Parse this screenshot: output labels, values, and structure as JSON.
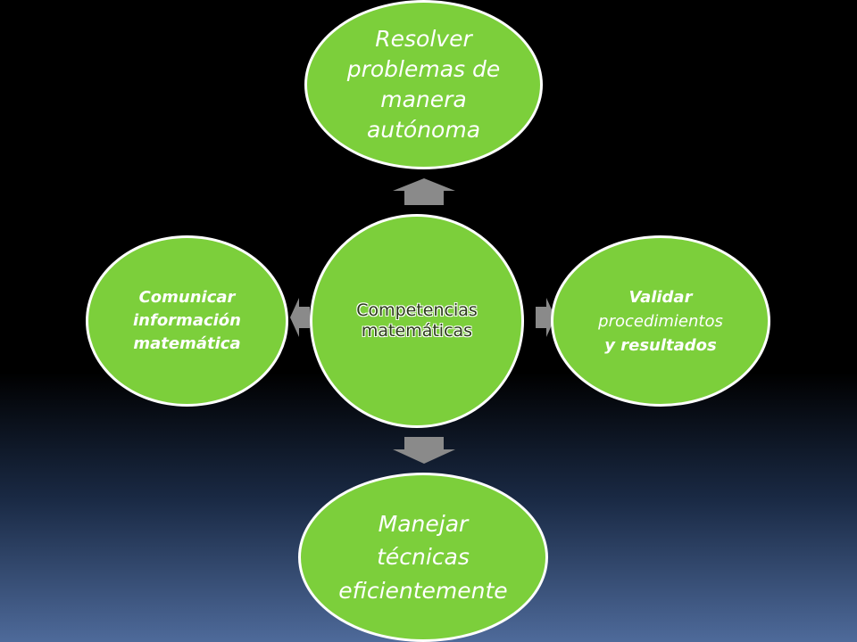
{
  "center": {
    "lines": [
      "Competencias",
      "matemáticas"
    ]
  },
  "top": {
    "lines": [
      "Resolver",
      "problemas de",
      "manera",
      "autónoma"
    ]
  },
  "left": {
    "lines": [
      "Comunicar",
      "información",
      "matemática"
    ]
  },
  "right": {
    "line1": "Validar",
    "line2": "procedimientos",
    "line3": "y resultados"
  },
  "bottom": {
    "lines": [
      "Manejar",
      "técnicas",
      "eficientemente"
    ]
  },
  "colors": {
    "node_fill": "#7ccf3b",
    "node_border": "#ffffff",
    "arrow": "#8a8a8a"
  }
}
